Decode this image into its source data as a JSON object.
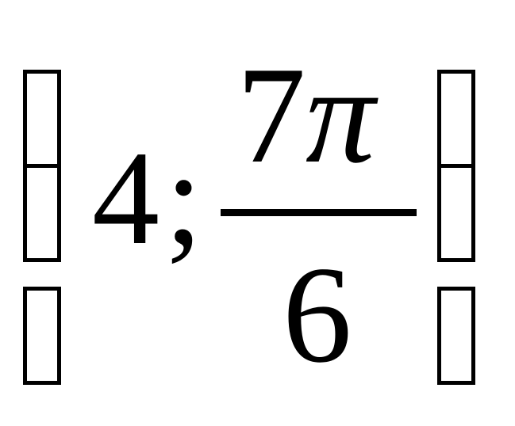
{
  "expression": {
    "left_bracket_pieces": [
      "",
      "",
      ""
    ],
    "integer_part": "4",
    "separator": ";",
    "fraction": {
      "numerator_digit": "7",
      "numerator_symbol": "π",
      "denominator": "6"
    },
    "right_bracket_pieces": [
      "",
      "",
      ""
    ]
  }
}
